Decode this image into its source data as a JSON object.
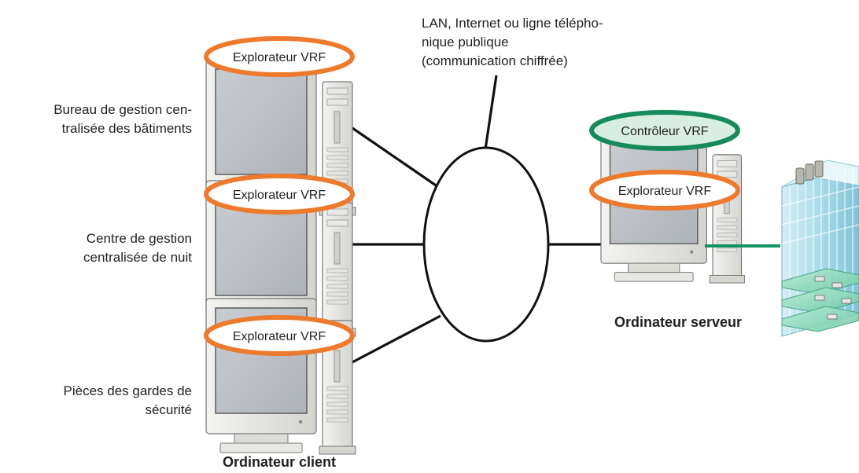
{
  "network": {
    "label_lines": [
      "LAN, Internet ou ligne télépho-",
      "nique publique",
      "(communication chiffrée)"
    ]
  },
  "clients": [
    {
      "location_lines": [
        "Bureau de gestion cen-",
        "tralisée des bâtiments"
      ],
      "software": "Explorateur VRF"
    },
    {
      "location_lines": [
        "Centre de gestion",
        "centralisée de nuit"
      ],
      "software": "Explorateur VRF"
    },
    {
      "location_lines": [
        "Pièces des gardes de",
        "sécurité"
      ],
      "software": "Explorateur VRF"
    }
  ],
  "client_caption": "Ordinateur client",
  "server": {
    "controller": "Contrôleur VRF",
    "software": "Explorateur VRF",
    "caption": "Ordinateur serveur"
  },
  "colors": {
    "explorer_ellipse": "#ee7a2d",
    "controller_ellipse": "#168a5a",
    "controller_fill": "#d9eee2",
    "green_link": "#129463",
    "network_line": "#111111"
  },
  "icons": [
    "desktop-computer-icon",
    "office-building-icon"
  ]
}
